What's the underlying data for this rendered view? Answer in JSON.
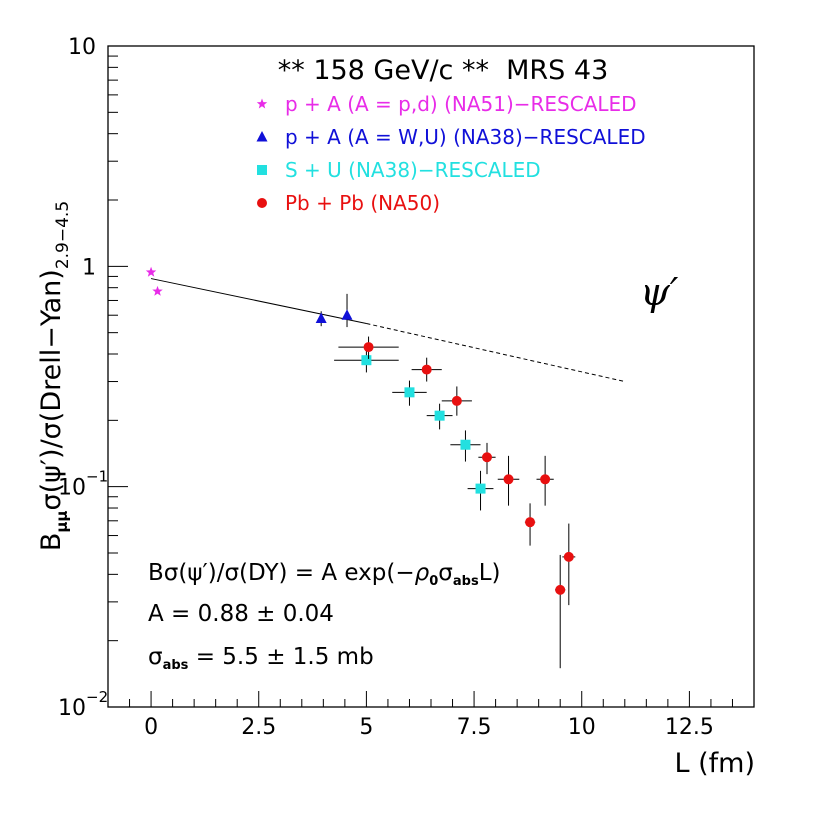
{
  "chart_data": {
    "type": "scatter",
    "title": "** 158 GeV/c **  MRS 43",
    "xlabel": "L (fm)",
    "ylabel": {
      "B": "B",
      "mumu": "μμ",
      "body": "σ(ψ′)/σ(Drell−Yan)",
      "range": "2.9−4.5"
    },
    "xlim": [
      -1,
      14
    ],
    "ylim": [
      0.01,
      10
    ],
    "yscale": "log",
    "x_ticks": [
      {
        "value": 0,
        "label": "0"
      },
      {
        "value": 2.5,
        "label": "2.5"
      },
      {
        "value": 5,
        "label": "5"
      },
      {
        "value": 7.5,
        "label": "7.5"
      },
      {
        "value": 10,
        "label": "10"
      },
      {
        "value": 12.5,
        "label": "12.5"
      }
    ],
    "y_ticks": [
      {
        "value": 10,
        "base": "10",
        "exp": ""
      },
      {
        "value": 1,
        "base": "1",
        "exp": ""
      },
      {
        "value": 0.1,
        "base": "10",
        "exp": "−1"
      },
      {
        "value": 0.01,
        "base": "10",
        "exp": "−2"
      }
    ],
    "particle_label": "ψ′",
    "legend_position": "top-center",
    "series": [
      {
        "name": "p + A (A = p,d) (NA51)−RESCALED",
        "color": "#e82ce8",
        "marker": "star",
        "points": [
          {
            "x": 0.0,
            "y": 0.94,
            "xerr": 0,
            "yerr_lo": 0,
            "yerr_hi": 0
          },
          {
            "x": 0.15,
            "y": 0.77,
            "xerr": 0,
            "yerr_lo": 0,
            "yerr_hi": 0
          }
        ]
      },
      {
        "name": "p + A (A = W,U) (NA38)−RESCALED",
        "color": "#1010d8",
        "marker": "triangle",
        "points": [
          {
            "x": 3.95,
            "y": 0.58,
            "xerr": 0,
            "yerr_lo": 0.045,
            "yerr_hi": 0.045
          },
          {
            "x": 4.55,
            "y": 0.6,
            "xerr": 0,
            "yerr_lo": 0.07,
            "yerr_hi": 0.15
          }
        ]
      },
      {
        "name": "S + U (NA38)−RESCALED",
        "color": "#22e0e0",
        "marker": "square",
        "points": [
          {
            "x": 5.0,
            "y": 0.375,
            "xerr": 0.75,
            "yerr_lo": 0.045,
            "yerr_hi": 0.045
          },
          {
            "x": 6.0,
            "y": 0.268,
            "xerr": 0.4,
            "yerr_lo": 0.035,
            "yerr_hi": 0.035
          },
          {
            "x": 6.7,
            "y": 0.21,
            "xerr": 0.3,
            "yerr_lo": 0.028,
            "yerr_hi": 0.028
          },
          {
            "x": 7.3,
            "y": 0.155,
            "xerr": 0.35,
            "yerr_lo": 0.025,
            "yerr_hi": 0.025
          },
          {
            "x": 7.65,
            "y": 0.098,
            "xerr": 0.3,
            "yerr_lo": 0.02,
            "yerr_hi": 0.02
          }
        ]
      },
      {
        "name": "Pb + Pb (NA50)",
        "color": "#e81010",
        "marker": "circle",
        "points": [
          {
            "x": 5.05,
            "y": 0.43,
            "xerr": 0.7,
            "yerr_lo": 0.05,
            "yerr_hi": 0.05
          },
          {
            "x": 6.4,
            "y": 0.34,
            "xerr": 0.35,
            "yerr_lo": 0.04,
            "yerr_hi": 0.045
          },
          {
            "x": 7.1,
            "y": 0.245,
            "xerr": 0.35,
            "yerr_lo": 0.035,
            "yerr_hi": 0.04
          },
          {
            "x": 7.8,
            "y": 0.136,
            "xerr": 0.2,
            "yerr_lo": 0.022,
            "yerr_hi": 0.022
          },
          {
            "x": 8.3,
            "y": 0.108,
            "xerr": 0.25,
            "yerr_lo": 0.026,
            "yerr_hi": 0.03
          },
          {
            "x": 8.8,
            "y": 0.069,
            "xerr": 0.12,
            "yerr_lo": 0.015,
            "yerr_hi": 0.015
          },
          {
            "x": 9.15,
            "y": 0.108,
            "xerr": 0.2,
            "yerr_lo": 0.026,
            "yerr_hi": 0.03
          },
          {
            "x": 9.5,
            "y": 0.034,
            "xerr": 0.12,
            "yerr_lo": 0.019,
            "yerr_hi": 0.015
          },
          {
            "x": 9.7,
            "y": 0.048,
            "xerr": 0.15,
            "yerr_lo": 0.019,
            "yerr_hi": 0.02
          }
        ]
      }
    ],
    "fit_line": {
      "solid": [
        {
          "x": 0,
          "y": 0.88
        },
        {
          "x": 5.0,
          "y": 0.55
        }
      ],
      "dashed": [
        {
          "x": 5.0,
          "y": 0.55
        },
        {
          "x": 11.0,
          "y": 0.3
        }
      ]
    },
    "annotations": {
      "formula": {
        "lead": "Bσ(ψ′)/σ(DY) = A exp(−",
        "rho": "ρ",
        "rho_sub": "0",
        "sigma": "σ",
        "sigma_sub": "abs",
        "tail": "L)"
      },
      "amplitude": "A = 0.88 ± 0.04",
      "sigma_abs": {
        "sigma": "σ",
        "sub": "abs",
        "value": " = 5.5 ± 1.5 mb"
      }
    }
  }
}
